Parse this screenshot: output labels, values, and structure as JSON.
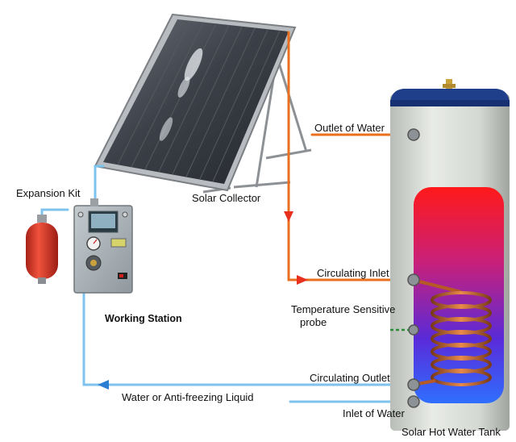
{
  "labels": {
    "solar_collector": "Solar Collector",
    "expansion_kit": "Expansion Kit",
    "working_station": "Working Station",
    "outlet_of_water": "Outlet of Water",
    "circulating_inlet": "Circulating Inlet",
    "temperature_sensitive_line1": "Temperature Sensitive",
    "temperature_sensitive_line2": "probe",
    "circulating_outlet": "Circulating Outlet",
    "water_or_antifreeze": "Water or Anti-freezing Liquid",
    "inlet_of_water": "Inlet of Water",
    "solar_hot_water_tank": "Solar Hot Water Tank"
  },
  "colors": {
    "hot_pipe": "#e8701e",
    "cold_pipe": "#7ec3ee",
    "flow_arrow_hot": "#e8301e",
    "flow_arrow_cold": "#2a7fd4",
    "tank_body": "#d8dcd6",
    "tank_cap": "#1f3f8a",
    "expansion_tank": "#d93a2a",
    "station_box": "#a9b3b8",
    "probe": "#2e8b3a"
  }
}
